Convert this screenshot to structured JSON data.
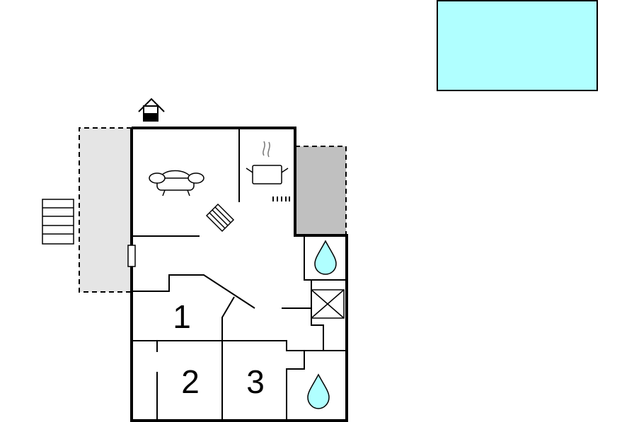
{
  "rooms": [
    {
      "id": "bedroom-1",
      "label": "1"
    },
    {
      "id": "bedroom-2",
      "label": "2"
    },
    {
      "id": "bedroom-3",
      "label": "3"
    }
  ],
  "colors": {
    "pool": "#b0ffff",
    "terrace": "#e5e5e5",
    "covered_area": "#c0c0c0",
    "water": "#b0ffff",
    "wall": "#000000",
    "background": "#ffffff"
  },
  "icons": [
    "house-entrance-icon",
    "sofa-icon",
    "cooking-pot-icon",
    "staircase-icon",
    "outdoor-steps-icon",
    "water-drop-icon",
    "shower-icon",
    "chimney-icon"
  ]
}
